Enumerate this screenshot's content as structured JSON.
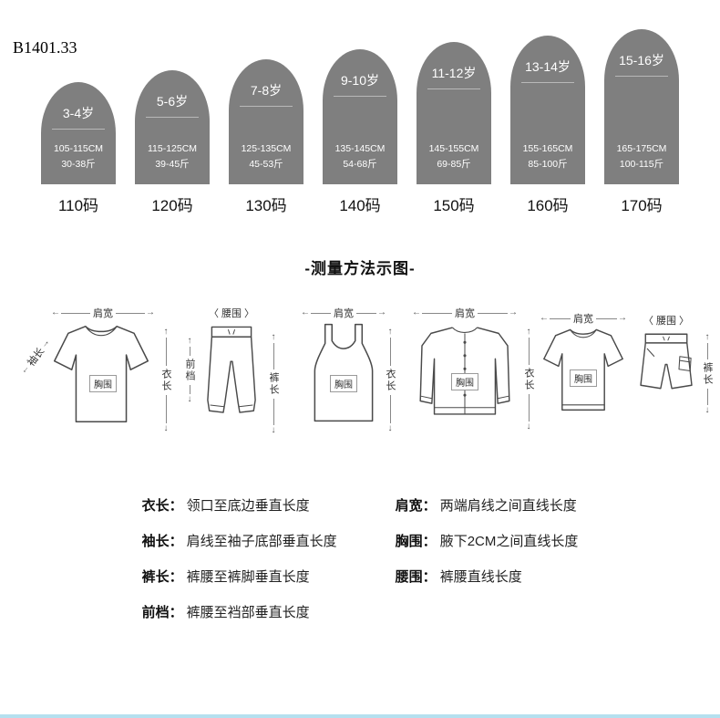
{
  "page": {
    "product_code": "B1401.33",
    "section_title": "-测量方法示图-"
  },
  "colors": {
    "arch_gray": "#7f7f7f",
    "text_dark": "#111111",
    "bottom_accent": "#b5e0ef"
  },
  "icons": {
    "arrow_left": "←",
    "arrow_right": "→",
    "arrow_up": "↑",
    "arrow_down": "↓"
  },
  "sizes": {
    "columns": [
      {
        "age": "3-4岁",
        "height": "105-115CM",
        "weight": "30-38斤",
        "code": "110码"
      },
      {
        "age": "5-6岁",
        "height": "115-125CM",
        "weight": "39-45斤",
        "code": "120码"
      },
      {
        "age": "7-8岁",
        "height": "125-135CM",
        "weight": "45-53斤",
        "code": "130码"
      },
      {
        "age": "9-10岁",
        "height": "135-145CM",
        "weight": "54-68斤",
        "code": "140码"
      },
      {
        "age": "11-12岁",
        "height": "145-155CM",
        "weight": "69-85斤",
        "code": "150码"
      },
      {
        "age": "13-14岁",
        "height": "155-165CM",
        "weight": "85-100斤",
        "code": "160码"
      },
      {
        "age": "15-16岁",
        "height": "165-175CM",
        "weight": "100-115斤",
        "code": "170码"
      }
    ]
  },
  "diagram": {
    "labels": {
      "shoulder": "肩宽",
      "sleeve": "袖长",
      "chest": "胸围",
      "length": "衣长",
      "waist": "〈 腰围 〉",
      "rise": "前档",
      "pants_length": "裤长"
    }
  },
  "definitions": {
    "left": [
      {
        "term": "衣长：",
        "text": "领口至底边垂直长度"
      },
      {
        "term": "袖长：",
        "text": "肩线至袖子底部垂直长度"
      },
      {
        "term": "裤长：",
        "text": "裤腰至裤脚垂直长度"
      },
      {
        "term": "前档：",
        "text": "裤腰至裆部垂直长度"
      }
    ],
    "right": [
      {
        "term": "肩宽：",
        "text": "两端肩线之间直线长度"
      },
      {
        "term": "胸围：",
        "text": "腋下2CM之间直线长度"
      },
      {
        "term": "腰围：",
        "text": "裤腰直线长度"
      }
    ]
  }
}
